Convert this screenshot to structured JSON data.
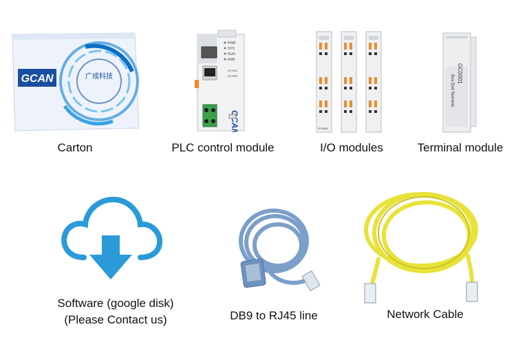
{
  "items": [
    {
      "label": "Carton"
    },
    {
      "label": "PLC control module"
    },
    {
      "label": "I/O modules"
    },
    {
      "label": "Terminal module"
    },
    {
      "label": "Software (google disk)",
      "label2": "(Please Contact us)"
    },
    {
      "label": "DB9 to RJ45 line"
    },
    {
      "label": "Network Cable"
    }
  ],
  "brand": {
    "logo": "GCAN",
    "chinese": "广成科技",
    "io_label": "GC3604",
    "terminal_label": "GC0001",
    "terminal_text": "Bus End Terminal",
    "leds": [
      "PWR",
      "SYS",
      "RUN",
      "ERR"
    ],
    "io_leds": [
      "IO RUN",
      "IO ERR"
    ]
  },
  "colors": {
    "cloud": "#2a9ad8",
    "cable_blue": "#7a9fc9",
    "cable_yellow": "#e8e23a",
    "carton_blue": "#1a4fa0"
  }
}
